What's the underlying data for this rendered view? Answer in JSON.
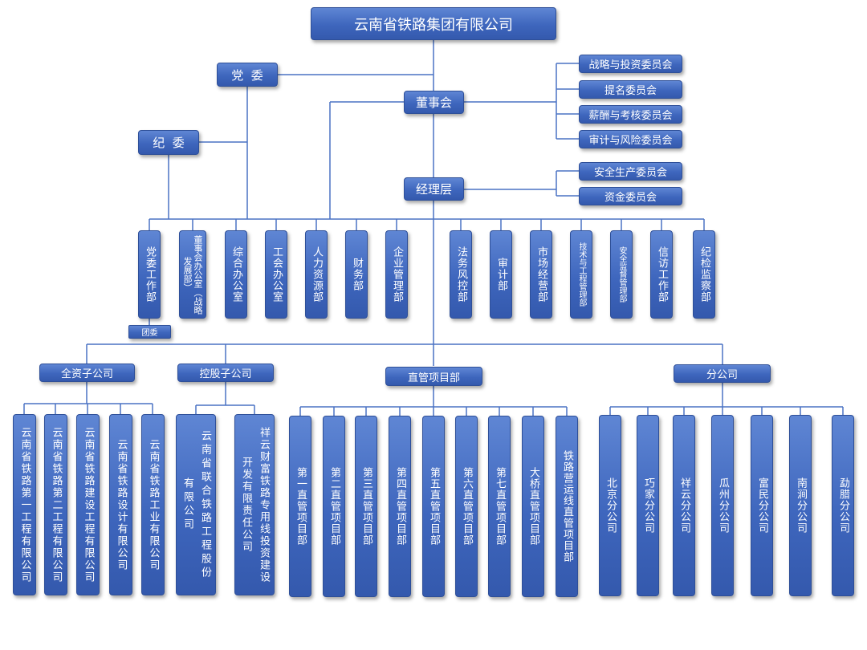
{
  "title": "云南省铁路集团有限公司",
  "dangwei": "党  委",
  "jiwei": "纪  委",
  "board": "董事会",
  "board_committees": [
    "战略与投资委员会",
    "提名委员会",
    "薪酬与考核委员会",
    "审计与风险委员会"
  ],
  "management": "经理层",
  "management_committees": [
    "安全生产委员会",
    "资金委员会"
  ],
  "departments": [
    "党委工作部",
    "董事会办公室（战略发展部）",
    "综合办公室",
    "工会办公室",
    "人力资源部",
    "财务部",
    "企业管理部",
    "法务风控部",
    "审计部",
    "市场经营部",
    "技术与工程管理部",
    "安全监督管理部",
    "信访工作部",
    "纪检监察部"
  ],
  "tuanwei": "团委",
  "groups": {
    "wholly_owned": {
      "label": "全资子公司",
      "items": [
        "云南省铁路第一工程有限公司",
        "云南省铁路第二工程有限公司",
        "云南省铁路建设工程有限公司",
        "云南省铁路设计有限公司",
        "云南省铁路工业有限公司"
      ]
    },
    "holding": {
      "label": "控股子公司",
      "items": [
        "云南省联合铁路工程股份有限公司",
        "祥云财富铁路专用线投资建设开发有限责任公司"
      ]
    },
    "direct": {
      "label": "直管项目部",
      "items": [
        "第一直管项目部",
        "第二直管项目部",
        "第三直管项目部",
        "第四直管项目部",
        "第五直管项目部",
        "第六直管项目部",
        "第七直管项目部",
        "大桥直管项目部",
        "铁路营运线直管项目部"
      ]
    },
    "branches": {
      "label": "分公司",
      "items": [
        "北京分公司",
        "巧家分公司",
        "祥云分公司",
        "瓜州分公司",
        "富民分公司",
        "南涧分公司",
        "勐腊分公司"
      ]
    }
  }
}
